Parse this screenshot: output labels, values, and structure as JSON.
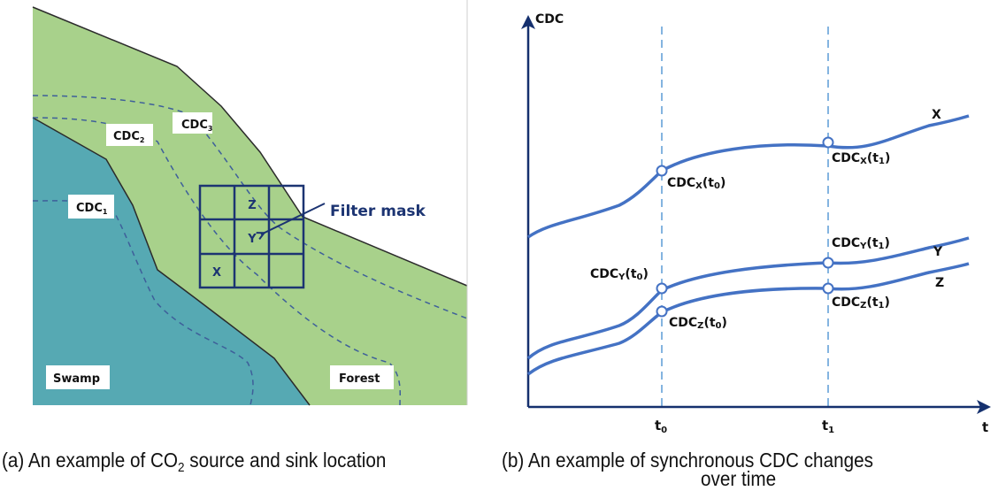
{
  "colors": {
    "swamp": "#56a9b3",
    "forest": "#a8d18b",
    "contour": "#3e5f9a",
    "mask": "#1c3472",
    "axis": "#15306e",
    "curve": "#4472c4",
    "guide": "#5b9bd5",
    "text": "#111111"
  },
  "panel_a": {
    "regions": {
      "swamp": "Swamp",
      "forest": "Forest"
    },
    "contours": [
      {
        "label_base": "CDC",
        "label_sub": "1"
      },
      {
        "label_base": "CDC",
        "label_sub": "2"
      },
      {
        "label_base": "CDC",
        "label_sub": "3"
      }
    ],
    "filter_mask": {
      "label": "Filter mask",
      "grid": [
        [
          "",
          "Z",
          ""
        ],
        [
          "",
          "Y",
          ""
        ],
        [
          "X",
          "",
          ""
        ]
      ]
    },
    "caption_pre": "(a) An example of CO",
    "caption_sub": "2",
    "caption_post": " source and sink location"
  },
  "panel_b": {
    "y_axis_label": "CDC",
    "x_axis_label": "t",
    "ticks": [
      {
        "base": "t",
        "sub": "0"
      },
      {
        "base": "t",
        "sub": "1"
      }
    ],
    "series": [
      {
        "name": "X"
      },
      {
        "name": "Y"
      },
      {
        "name": "Z"
      }
    ],
    "markers": [
      {
        "series": "X",
        "time": "t0",
        "label_base": "CDC",
        "label_series": "X",
        "label_time": "0"
      },
      {
        "series": "X",
        "time": "t1",
        "label_base": "CDC",
        "label_series": "X",
        "label_time": "1"
      },
      {
        "series": "Y",
        "time": "t0",
        "label_base": "CDC",
        "label_series": "Y",
        "label_time": "0"
      },
      {
        "series": "Y",
        "time": "t1",
        "label_base": "CDC",
        "label_series": "Y",
        "label_time": "1"
      },
      {
        "series": "Z",
        "time": "t0",
        "label_base": "CDC",
        "label_series": "Z",
        "label_time": "0"
      },
      {
        "series": "Z",
        "time": "t1",
        "label_base": "CDC",
        "label_series": "Z",
        "label_time": "1"
      }
    ],
    "caption_line1": "(b) An example of synchronous CDC changes",
    "caption_line2": "over time"
  }
}
